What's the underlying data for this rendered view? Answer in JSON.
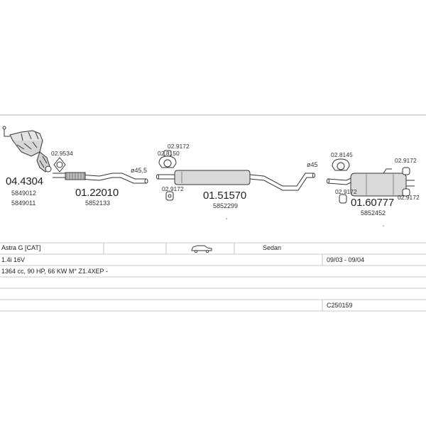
{
  "parts": {
    "manifold": {
      "number": "04.4304",
      "oem_1": "5849012",
      "oem_2": "5849011"
    },
    "front_pipe": {
      "number": "01.22010",
      "oem": "5852133"
    },
    "middle_silencer": {
      "number": "01.51570",
      "oem": "5852299"
    },
    "rear_silencer": {
      "number": "01.60777",
      "oem": "5852452"
    }
  },
  "fittings": {
    "f1": "02.9534",
    "f2": "02.9172",
    "f3": "02.8150",
    "f4": "02.9172",
    "f5": "02.8145",
    "f6": "02.9172",
    "f7": "02.9172",
    "f8": "02.9172"
  },
  "diameters": {
    "d1": "ø45,5",
    "d2": "ø45"
  },
  "table": {
    "model": "Astra G  [CAT]",
    "body": "Sedan",
    "engine": "1.4i 16V",
    "years": "09/03 - 09/04",
    "spec": "1364 cc, 90 HP, 66 KW M° Z1.4XEP -",
    "code": "C250159"
  },
  "colors": {
    "line": "#c8c8c8",
    "ink": "#333333",
    "fill": "#d8d8d8"
  }
}
